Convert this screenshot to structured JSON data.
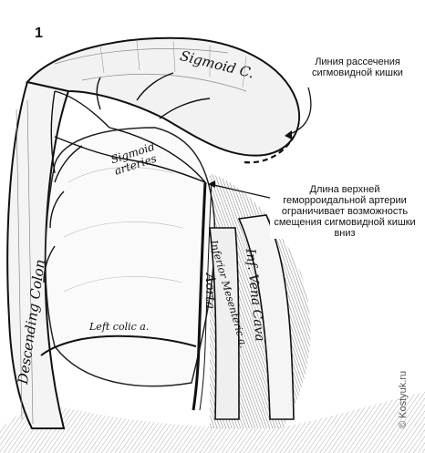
{
  "figure_number": "1",
  "callouts": {
    "sigmoid_cut_line": "Линия рассечения сигмовидной кишки",
    "artery_length": "Длина верхней геморроидальной артерии ограничивает возможность смещения сигмовидной кишки вниз"
  },
  "anatomy_labels": {
    "sigmoid_colon": "Sigmoid C.",
    "descending_colon": "Descending Colon",
    "sigmoid_arteries": "Sigmoid arteries",
    "inferior_mesenteric": "Inferior Mesenteric a.",
    "left_colic": "Left colic a.",
    "aorta": "Aorta",
    "inf_vena_cava": "Inf. Vena Cava"
  },
  "watermark": "© Kostyuk.ru"
}
